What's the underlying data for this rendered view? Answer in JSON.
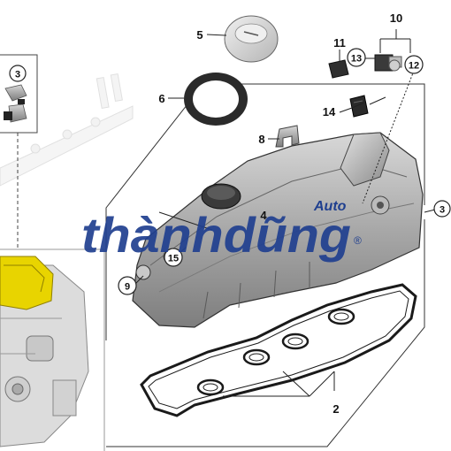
{
  "callouts": {
    "c2": "2",
    "c3_left": "3",
    "c3_right": "3",
    "c4": "4",
    "c5": "5",
    "c6": "6",
    "c8": "8",
    "c9": "9",
    "c10": "10",
    "c11": "11",
    "c12": "12",
    "c13": "13",
    "c14": "14",
    "c15": "15"
  },
  "watermark": {
    "brand": "thànhdũng",
    "suffix": "Auto",
    "registered": "®"
  },
  "colors": {
    "watermark_blue": "#1f3f8f",
    "engine_highlight": "#e8d400",
    "part_grey": "#9a9a9a",
    "outline": "#2a2a2a"
  }
}
